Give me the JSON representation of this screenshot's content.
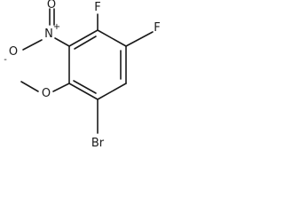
{
  "molecule": {
    "atoms": {
      "fluorine_top": "F",
      "fluorine_right": "F",
      "nitro_nitrogen": "N",
      "nitro_n_charge": "+",
      "nitro_oxygen_double": "O",
      "nitro_oxygen_single": "O",
      "nitro_o_charge": "-",
      "methoxy_oxygen": "O",
      "bromine": "Br"
    }
  }
}
